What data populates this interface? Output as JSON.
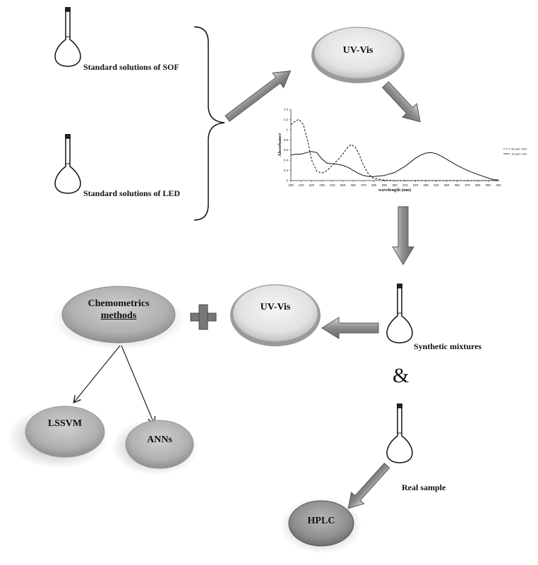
{
  "labels": {
    "sof": "Standard solutions of SOF",
    "led": "Standard solutions of LED",
    "synthetic": "Synthetic mixtures",
    "real": "Real sample",
    "ampersand": "&"
  },
  "nodes": {
    "uvvis_top": "UV-Vis",
    "uvvis_mid": "UV-Vis",
    "chemometrics_line1": "Chemometrics",
    "chemometrics_line2": "methods",
    "lssvm": "LSSVM",
    "anns": "ANNs",
    "hplc": "HPLC"
  },
  "chart_data": {
    "type": "line",
    "xlabel": "wavelength (nm)",
    "ylabel": "Absorbance",
    "xlim": [
      200,
      400
    ],
    "ylim": [
      0,
      1.4
    ],
    "x_ticks": [
      200,
      210,
      220,
      230,
      240,
      250,
      260,
      270,
      280,
      290,
      300,
      310,
      320,
      330,
      340,
      350,
      360,
      370,
      380,
      390,
      400
    ],
    "y_ticks": [
      0,
      0.2,
      0.4,
      0.6,
      0.8,
      1,
      1.2,
      1.4
    ],
    "legend_position": "right",
    "series": [
      {
        "name": "40 ppm SOF",
        "style": "dashed",
        "x": [
          200,
          205,
          208,
          212,
          216,
          220,
          225,
          230,
          235,
          240,
          245,
          250,
          255,
          258,
          262,
          266,
          270,
          275,
          280,
          290,
          300,
          320,
          340,
          360,
          380,
          400
        ],
        "y": [
          1.1,
          1.18,
          1.2,
          1.1,
          0.8,
          0.4,
          0.18,
          0.15,
          0.2,
          0.3,
          0.4,
          0.52,
          0.66,
          0.71,
          0.66,
          0.5,
          0.3,
          0.12,
          0.04,
          0.01,
          0.0,
          0.0,
          0.0,
          0.0,
          0.0,
          0.0
        ]
      },
      {
        "name": "10 ppm LED",
        "style": "solid",
        "x": [
          200,
          205,
          210,
          215,
          220,
          225,
          230,
          235,
          240,
          245,
          250,
          255,
          260,
          265,
          270,
          275,
          280,
          290,
          300,
          310,
          320,
          325,
          330,
          335,
          340,
          345,
          350,
          360,
          370,
          380,
          390,
          395,
          400
        ],
        "y": [
          0.5,
          0.52,
          0.52,
          0.55,
          0.57,
          0.55,
          0.42,
          0.34,
          0.33,
          0.32,
          0.3,
          0.26,
          0.2,
          0.14,
          0.1,
          0.08,
          0.08,
          0.1,
          0.16,
          0.28,
          0.44,
          0.5,
          0.54,
          0.55,
          0.53,
          0.48,
          0.42,
          0.3,
          0.2,
          0.12,
          0.05,
          0.02,
          0.01
        ]
      }
    ]
  }
}
